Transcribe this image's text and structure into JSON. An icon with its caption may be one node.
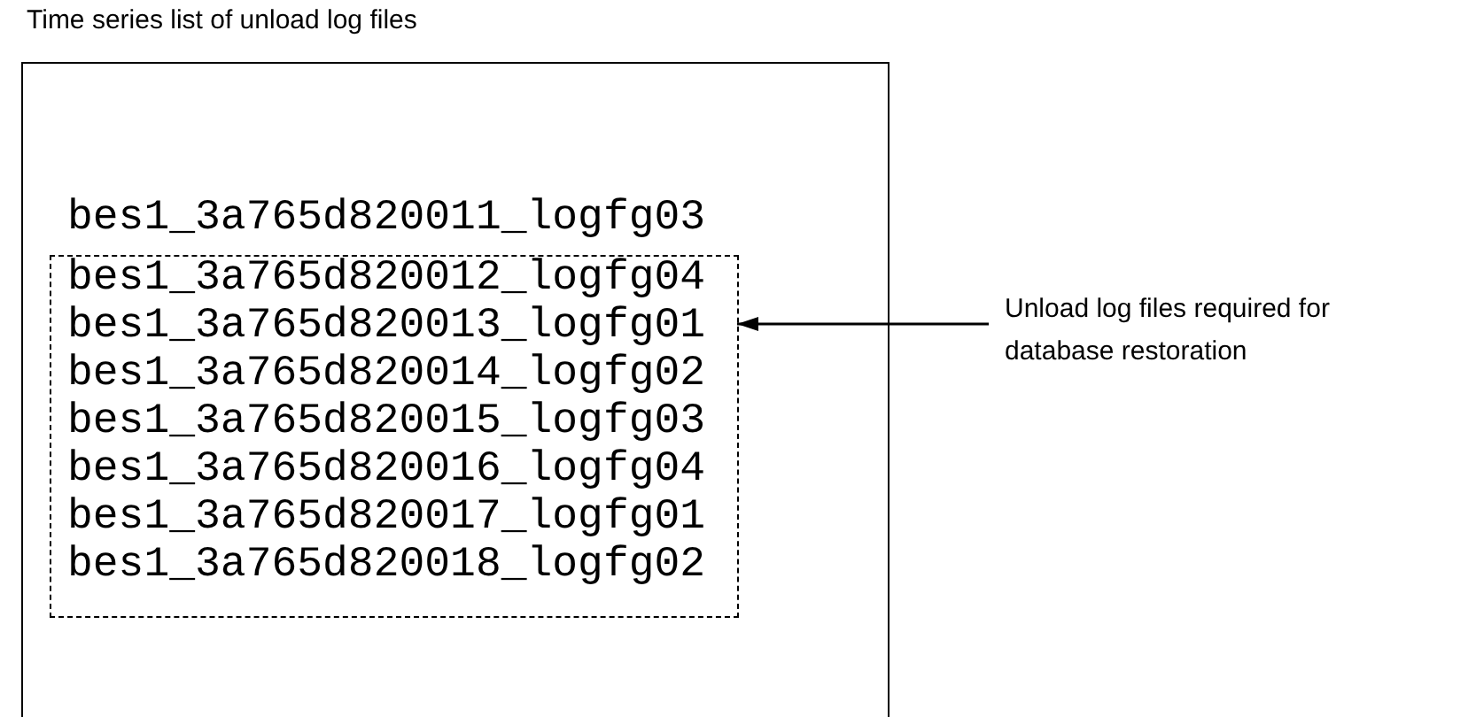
{
  "diagram": {
    "nodes": [
      {
        "text": [
          "Time series list of unload log files",
          "bes1_3a765d820011_logfg03"
        ]
      },
      {
        "text": [
          "bes1_3a765d820012_logfg04",
          "bes1_3a765d820013_logfg01",
          "bes1_3a765d820014_logfg02",
          "bes1_3a765d820015_logfg03",
          "bes1_3a765d820016_logfg04",
          "bes1_3a765d820017_logfg01",
          "bes1_3a765d820018_logfg02"
        ],
        "in": 0
      },
      {
        "text": [
          "Unload log files required for database restoration"
        ]
      }
    ],
    "edges": [
      {
        "from": 2,
        "to": 1,
        "arrow": "to"
      }
    ]
  }
}
